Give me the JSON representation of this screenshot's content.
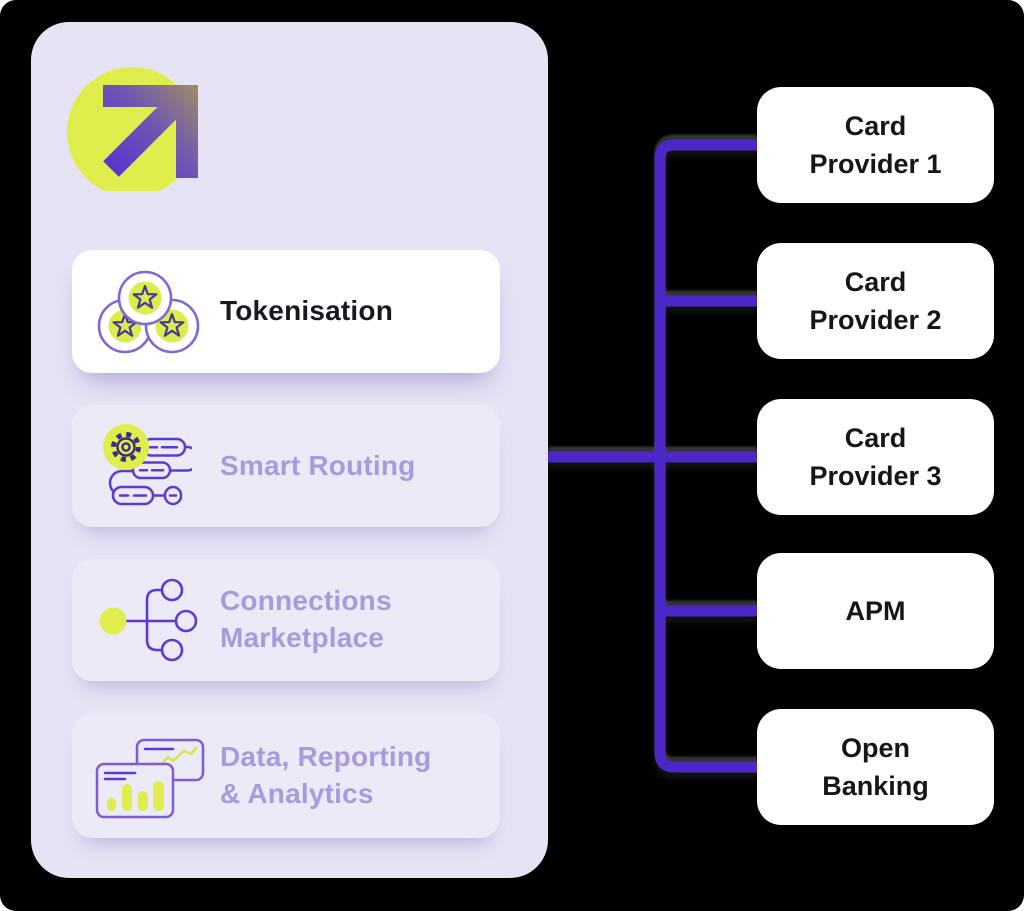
{
  "colors": {
    "canvas_bg": "#000000",
    "panel_bg": "#E7E3F5",
    "card_bg": "#EDEAF8",
    "card_active_bg": "#FFFFFF",
    "label_muted": "#A79BDB",
    "label_active": "#1A1721",
    "provider_text": "#17141B",
    "connector_purple": "#4B27C7",
    "accent_yellow": "#DFEE4D",
    "icon_stroke_purple": "#5B3BD0",
    "coin_ring_purple": "#8066D6",
    "logo_gradient_start": "#5430D4",
    "logo_gradient_end": "#9A8A6C"
  },
  "panel": {
    "logo": {
      "name": "brand-arrow-logo",
      "shape": "up-right-arrow-on-circle"
    },
    "features": [
      {
        "label": "Tokenisation",
        "active": true,
        "icon": "token-coins-icon"
      },
      {
        "label": "Smart Routing",
        "active": false,
        "icon": "smart-routing-icon"
      },
      {
        "label": "Connections\nMarketplace",
        "active": false,
        "icon": "connections-tree-icon"
      },
      {
        "label": "Data, Reporting\n& Analytics",
        "active": false,
        "icon": "analytics-charts-icon"
      }
    ]
  },
  "providers": [
    {
      "label": "Card\nProvider 1"
    },
    {
      "label": "Card\nProvider 2"
    },
    {
      "label": "Card\nProvider 3"
    },
    {
      "label": "APM"
    },
    {
      "label": "Open\nBanking"
    }
  ]
}
